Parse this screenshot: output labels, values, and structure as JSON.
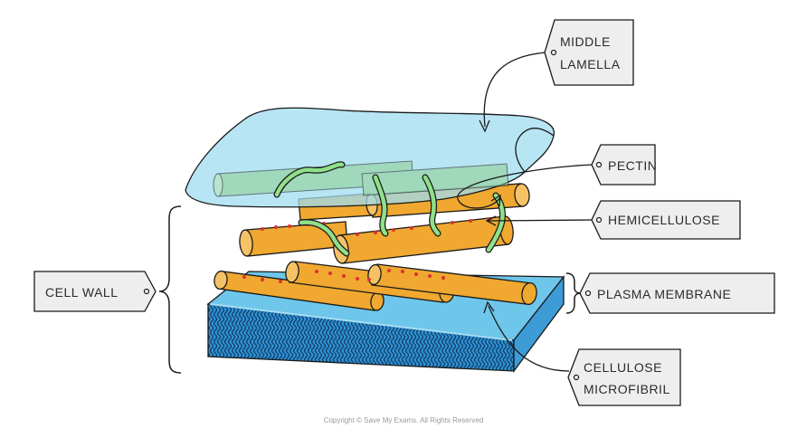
{
  "labels": {
    "middle_lamella_line1": "MIDDLE",
    "middle_lamella_line2": "LAMELLA",
    "pectin": "PECTIN",
    "hemicellulose": "HEMICELLULOSE",
    "cell_wall": "CELL  WALL",
    "plasma_membrane": "PLASMA  MEMBRANE",
    "cellulose_microfibril_line1": "CELLULOSE",
    "cellulose_microfibril_line2": "MICROFIBRIL"
  },
  "copyright": "Copyright © Save My Exams. All Rights Reserved",
  "colors": {
    "lamella_fill": "#9fdcf0",
    "fibril_fill": "#f0a830",
    "fibril_end": "#f6c266",
    "pectin_green": "#8fe08a",
    "hemicellulose_red": "#d9342b",
    "membrane_top": "#6ec6ea",
    "membrane_side": "#2f8fd0",
    "tag_fill": "#eeeeee"
  }
}
